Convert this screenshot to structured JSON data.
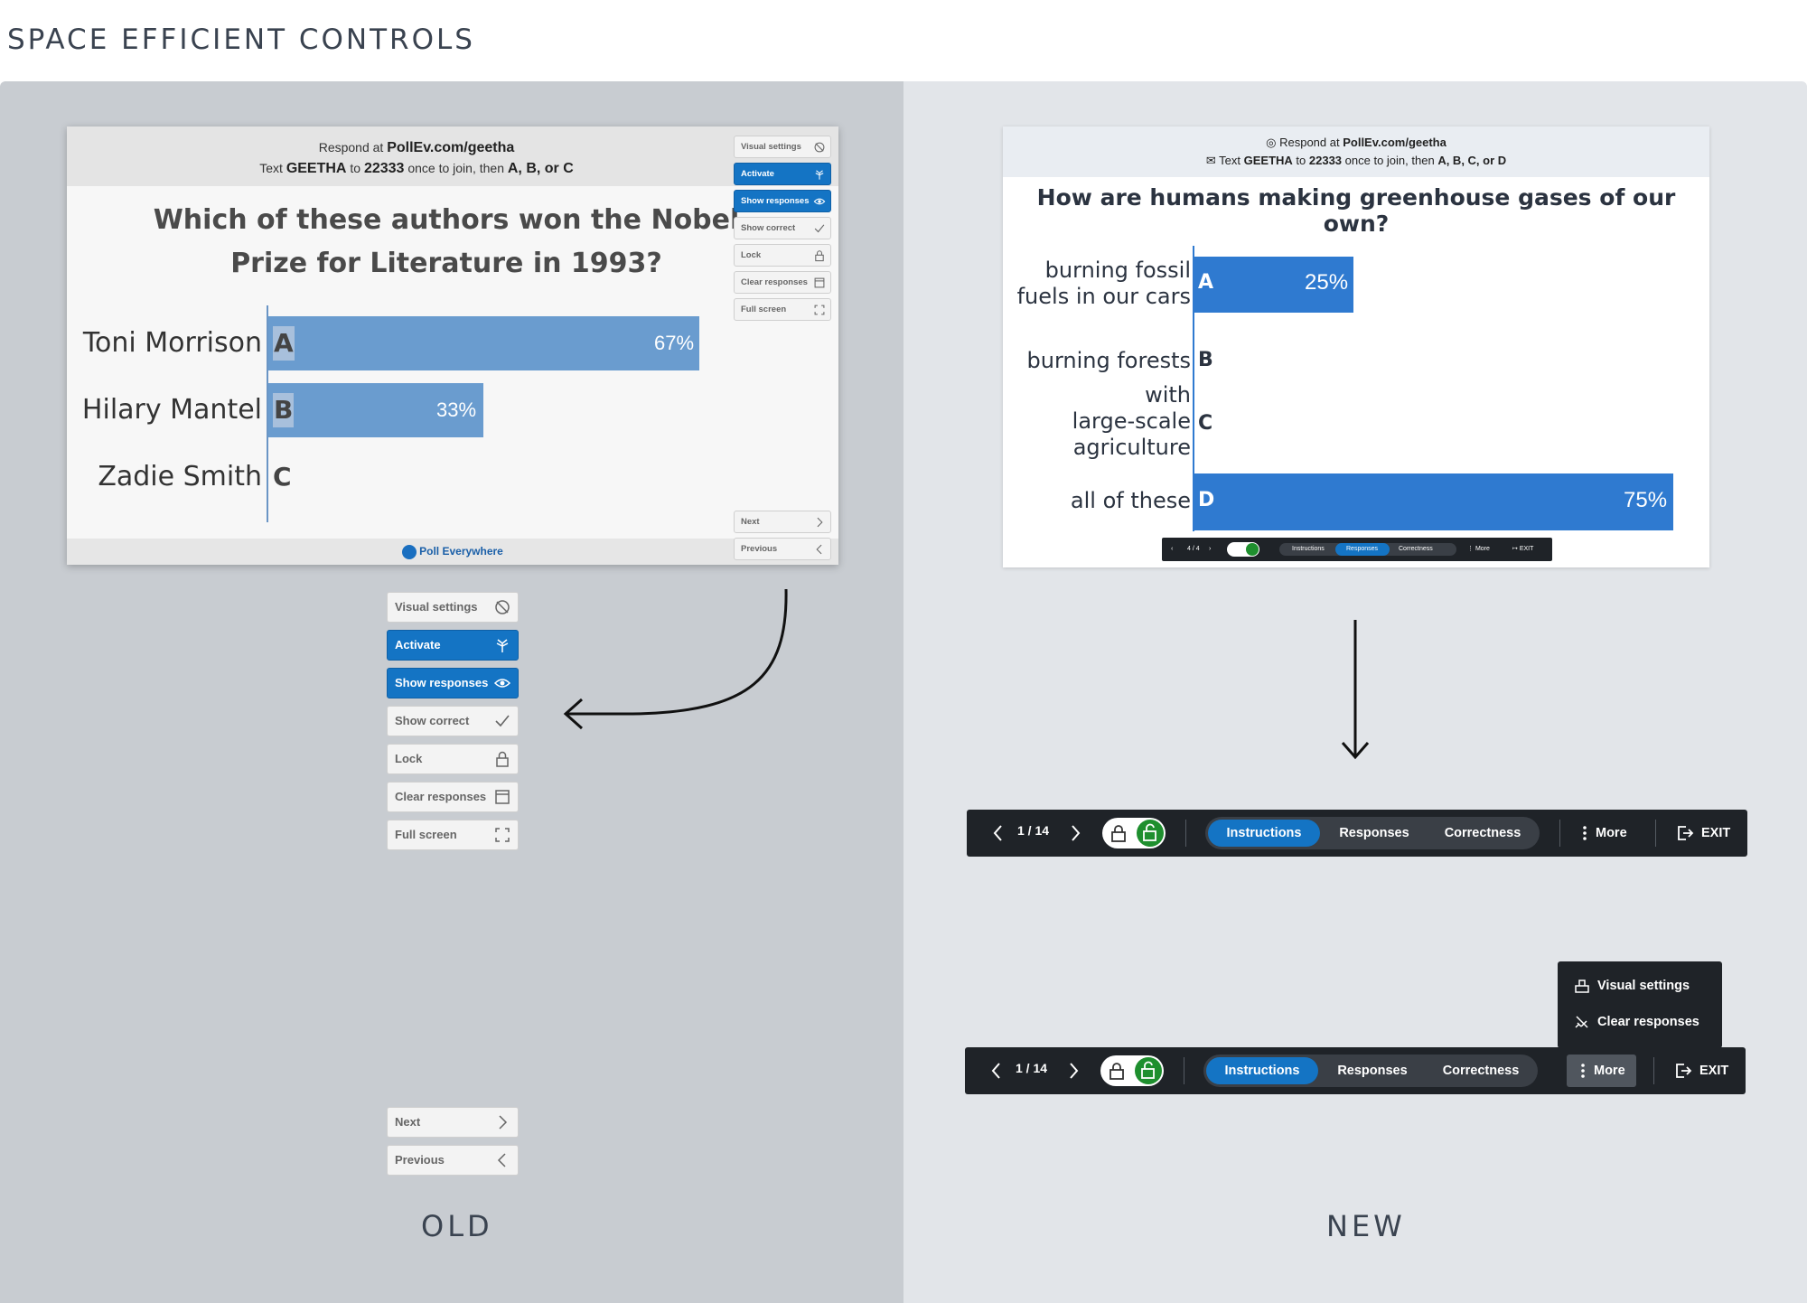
{
  "page_title": "SPACE EFFICIENT CONTROLS",
  "old": {
    "label": "OLD",
    "slide": {
      "respond_prefix": "Respond at",
      "respond_url": "PollEv.com/geetha",
      "text_prefix": "Text",
      "text_keyword": "GEETHA",
      "text_to": "to",
      "text_number": "22333",
      "text_suffix": "once to join, then",
      "text_options": "A, B, or C",
      "question": "Which of these authors won the Nobel Prize for Literature in 1993?",
      "rows": [
        {
          "label": "Toni Morrison",
          "letter": "A",
          "pct": "67%",
          "value": 67
        },
        {
          "label": "Hilary Mantel",
          "letter": "B",
          "pct": "33%",
          "value": 33
        },
        {
          "label": "Zadie Smith",
          "letter": "C",
          "pct": "",
          "value": 0
        }
      ],
      "footer": "Poll Everywhere"
    },
    "controls": {
      "visual_settings": "Visual settings",
      "activate": "Activate",
      "show_responses": "Show responses",
      "show_correct": "Show correct",
      "lock": "Lock",
      "clear_responses": "Clear responses",
      "full_screen": "Full screen",
      "next": "Next",
      "previous": "Previous"
    }
  },
  "new": {
    "label": "NEW",
    "slide": {
      "respond_prefix": "Respond at",
      "respond_url": "PollEv.com/geetha",
      "text_prefix": "Text",
      "text_keyword": "GEETHA",
      "text_to": "to",
      "text_number": "22333",
      "text_suffix": "once to join, then",
      "text_options": "A, B, C, or D",
      "question": "How are humans making greenhouse gases of our own?",
      "rows": [
        {
          "label_lines": [
            "burning fossil",
            "fuels in our cars"
          ],
          "letter": "A",
          "pct": "25%",
          "value": 25
        },
        {
          "label_lines": [
            "burning forests"
          ],
          "letter": "B",
          "pct": "",
          "value": 0
        },
        {
          "label_lines": [
            "with",
            "large-scale",
            "agriculture"
          ],
          "letter": "C",
          "pct": "",
          "value": 0
        },
        {
          "label_lines": [
            "all of these"
          ],
          "letter": "D",
          "pct": "75%",
          "value": 75
        }
      ],
      "mini_toolbar": {
        "pager": "4 / 4",
        "instructions": "Instructions",
        "responses": "Responses",
        "correctness": "Correctness",
        "more": "More",
        "exit": "EXIT"
      }
    },
    "toolbar": {
      "pager": "1 / 14",
      "instructions": "Instructions",
      "responses": "Responses",
      "correctness": "Correctness",
      "more": "More",
      "exit": "EXIT",
      "active_segment": "Instructions"
    },
    "more_menu": {
      "visual_settings": "Visual settings",
      "clear_responses": "Clear responses"
    }
  },
  "colors": {
    "accent_blue": "#1474c4",
    "old_bar": "#6a9ccf",
    "new_bar": "#2f7ad0",
    "toolbar_bg": "#1f2328",
    "unlock_green": "#1e8f2e"
  }
}
